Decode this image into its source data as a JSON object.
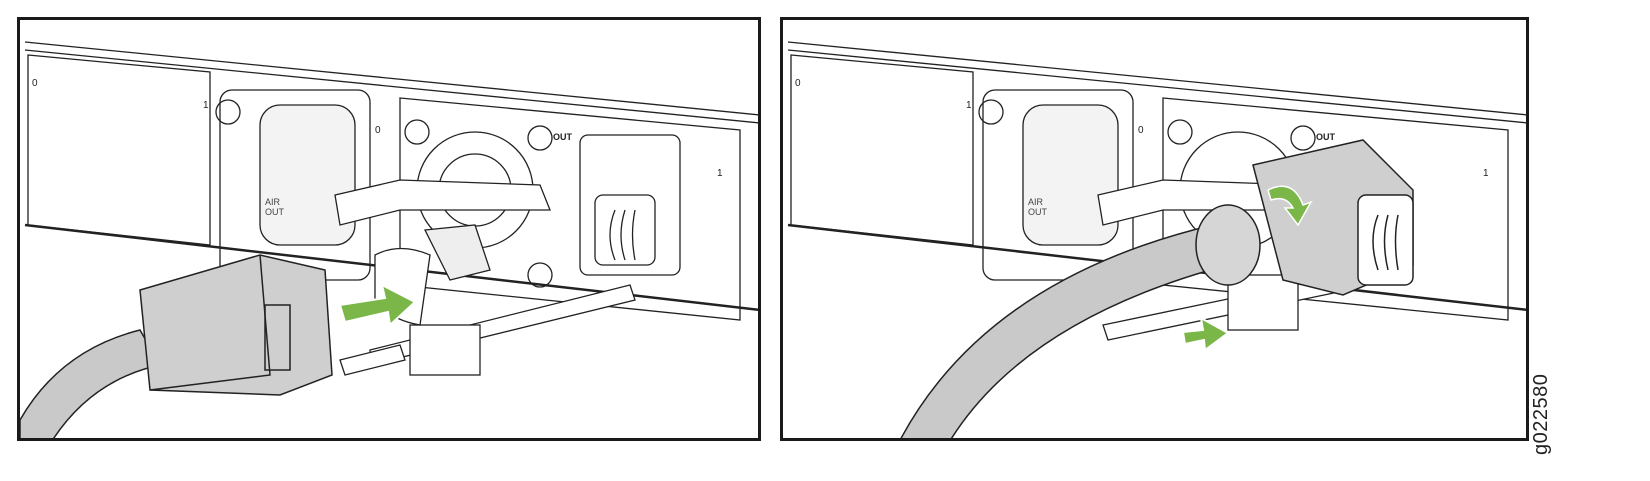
{
  "figure_id": "g022580",
  "colors": {
    "arrow": "#7ab648",
    "plug": "#cfcfcf",
    "outline": "#1a1a1a"
  },
  "panels": [
    {
      "fan_labels": [
        "0",
        "1"
      ],
      "air_out": {
        "line1": "AIR",
        "line2": "OUT"
      },
      "psu_labels": [
        "0",
        "1"
      ],
      "out_label": "OUT"
    },
    {
      "fan_labels": [
        "0",
        "1"
      ],
      "air_out": {
        "line1": "AIR",
        "line2": "OUT"
      },
      "psu_labels": [
        "0",
        "1"
      ],
      "out_label": "OUT"
    }
  ]
}
